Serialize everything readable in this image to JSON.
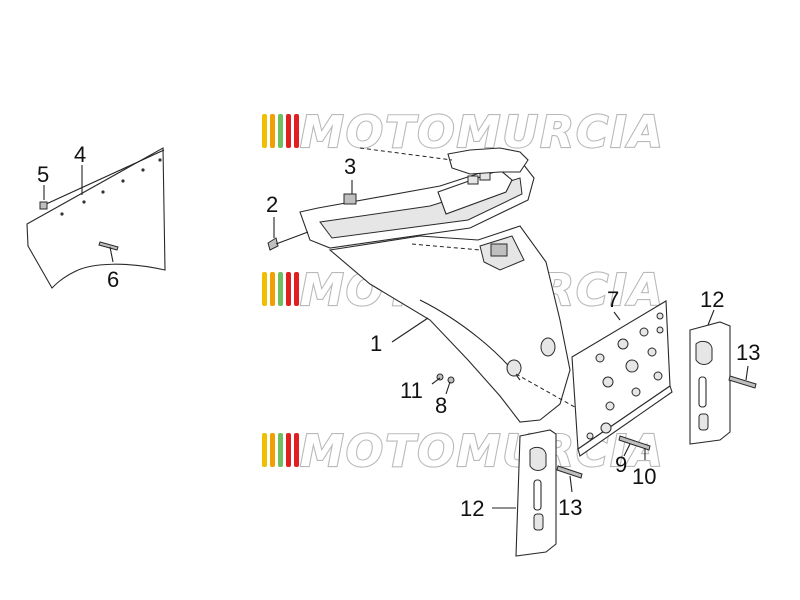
{
  "watermark": {
    "text": "MOTOMURCIA",
    "stripe_colors": [
      "#f0c000",
      "#f0a000",
      "#6fbf5f",
      "#e02020",
      "#e02020"
    ]
  },
  "callouts": {
    "c1": "1",
    "c2": "2",
    "c3": "3",
    "c4": "4",
    "c5": "5",
    "c6": "6",
    "c7": "7",
    "c8": "8",
    "c9": "9",
    "c10": "10",
    "c11": "11",
    "c12a": "12",
    "c12b": "12",
    "c13a": "13",
    "c13b": "13"
  }
}
